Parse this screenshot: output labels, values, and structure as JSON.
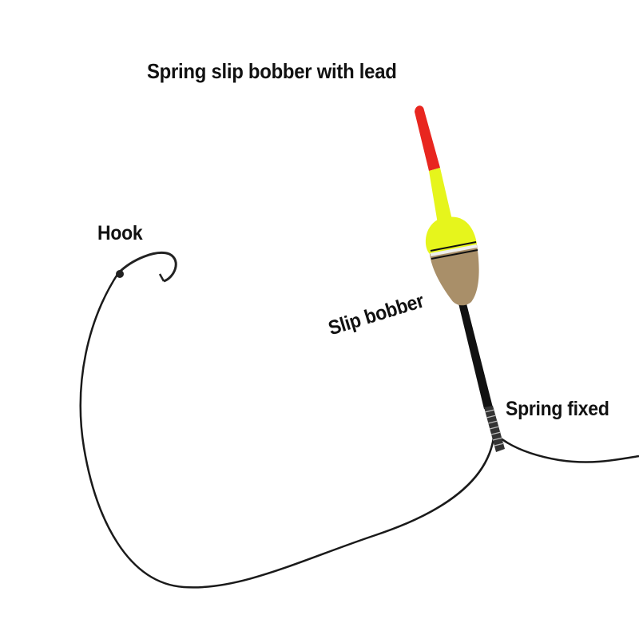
{
  "title": "Spring slip bobber with lead",
  "labels": {
    "hook": "Hook",
    "slip_bobber": "Slip bobber",
    "spring_fixed": "Spring fixed"
  },
  "colors": {
    "tip": "#e8261f",
    "body_top": "#e6f51c",
    "body_bottom": "#a98f69",
    "rod": "#111111",
    "line": "#1a1a1a"
  }
}
